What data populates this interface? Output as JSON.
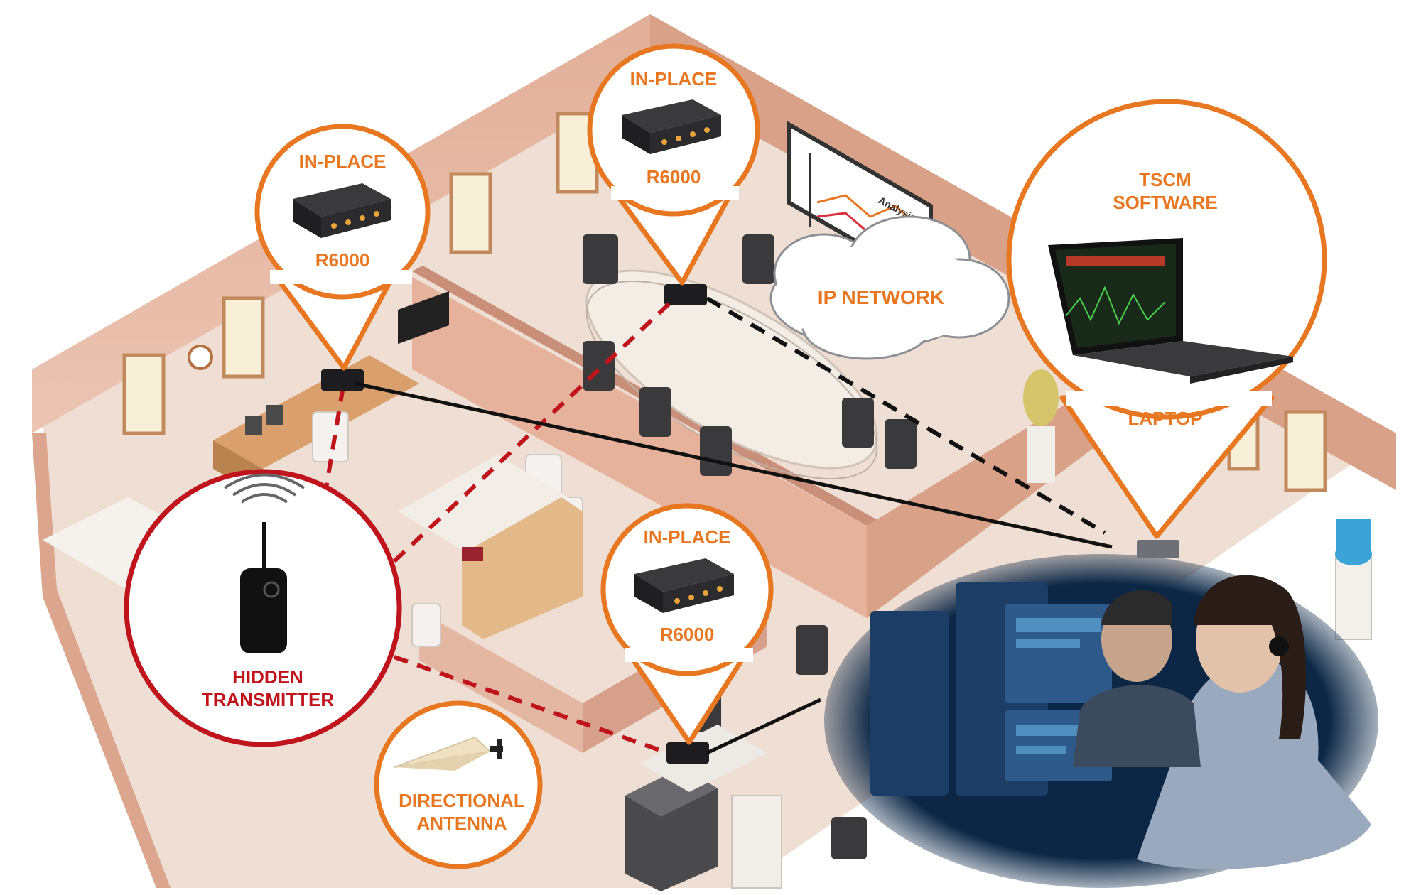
{
  "colors": {
    "accent": "#E87722",
    "alert": "#C0141C",
    "wall": "#E8B9A4",
    "floor": "#EEDCD2",
    "text_orange": "#E87722",
    "text_red": "#C0141C"
  },
  "callouts": {
    "rx_left": {
      "title": "IN-PLACE",
      "model": "R6000",
      "icon": "receiver-icon"
    },
    "rx_top": {
      "title": "IN-PLACE",
      "model": "R6000",
      "icon": "receiver-icon"
    },
    "rx_bottom": {
      "title": "IN-PLACE",
      "model": "R6000",
      "icon": "receiver-icon"
    },
    "laptop": {
      "title_line1": "TSCM",
      "title_line2": "SOFTWARE",
      "label": "LAPTOP",
      "icon": "laptop-icon"
    },
    "transmitter": {
      "label_line1": "HIDDEN",
      "label_line2": "TRANSMITTER",
      "icon": "transmitter-icon"
    },
    "antenna": {
      "label_line1": "DIRECTIONAL",
      "label_line2": "ANTENNA",
      "icon": "antenna-icon"
    }
  },
  "network": {
    "label": "IP NETWORK",
    "icon": "cloud-icon"
  },
  "whiteboard": {
    "label": "Analysis"
  }
}
